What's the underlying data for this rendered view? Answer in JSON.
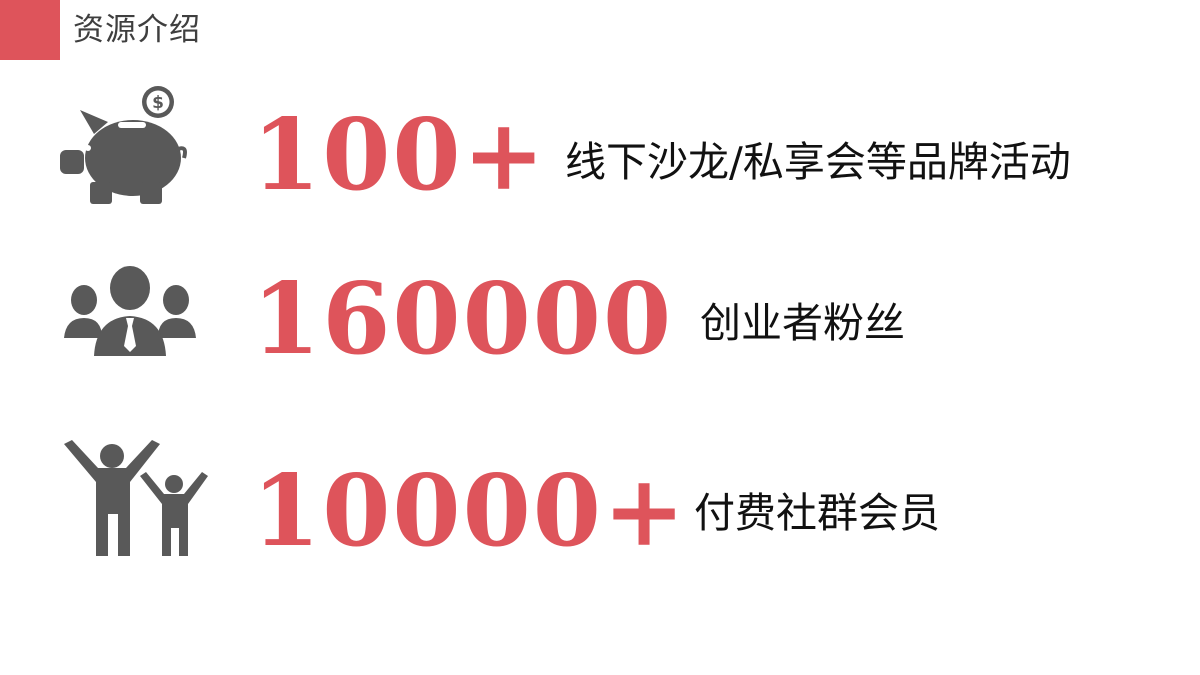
{
  "theme": {
    "accent": "#de545b",
    "icon": "#595959",
    "text": "#111111"
  },
  "header": {
    "title": "资源介绍"
  },
  "stats": [
    {
      "icon": "piggy-bank-icon",
      "value": "100+",
      "label": "线下沙龙/私享会等品牌活动"
    },
    {
      "icon": "group-icon",
      "value": "160000",
      "label": "创业者粉丝"
    },
    {
      "icon": "family-cheer-icon",
      "value": "10000+",
      "label": "付费社群会员"
    }
  ]
}
